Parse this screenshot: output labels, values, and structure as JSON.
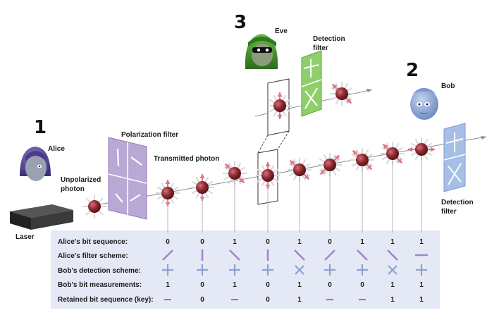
{
  "steps": {
    "one": "1",
    "two": "2",
    "three": "3"
  },
  "labels": {
    "alice": "Alice",
    "bob": "Bob",
    "eve": "Eve",
    "laser": "Laser",
    "unpolarized": [
      "Unpolarized",
      "photon"
    ],
    "polarization_filter": "Polarization filter",
    "transmitted_photon": "Transmitted photon",
    "eve_detection_filter": [
      "Detection",
      "filter"
    ],
    "bob_detection_filter": [
      "Detection",
      "filter"
    ]
  },
  "table": {
    "row_headers": [
      "Alice's bit sequence:",
      "Alice's filter scheme:",
      "Bob's detection scheme:",
      "Bob's bit measurements:",
      "Retained bit sequence (key):"
    ],
    "alice_bits": [
      "0",
      "0",
      "1",
      "0",
      "1",
      "0",
      "1",
      "1",
      "1"
    ],
    "alice_filters": [
      "diag-up",
      "vertical",
      "diag-down",
      "vertical",
      "diag-down",
      "diag-up",
      "diag-down",
      "diag-down",
      "horizontal"
    ],
    "bob_schemes": [
      "plus",
      "plus",
      "plus",
      "plus",
      "x",
      "plus",
      "plus",
      "x",
      "plus"
    ],
    "bob_measurements": [
      "1",
      "0",
      "1",
      "0",
      "1",
      "0",
      "0",
      "1",
      "1"
    ],
    "retained_key": [
      "—",
      "0",
      "—",
      "0",
      "1",
      "—",
      "—",
      "1",
      "1"
    ]
  },
  "colors": {
    "table_bg": "#e5e9f5",
    "filter_purple": "#b9a8d6",
    "filter_green": "#8fcf6a",
    "filter_blue": "#a7bfe6",
    "photon": "#8e2c33",
    "arrow_pink": "#e79aa6",
    "bob_face": "#8ba6d8",
    "alice_hair": "#6a55a6",
    "eve_hood": "#3c8a2a"
  }
}
